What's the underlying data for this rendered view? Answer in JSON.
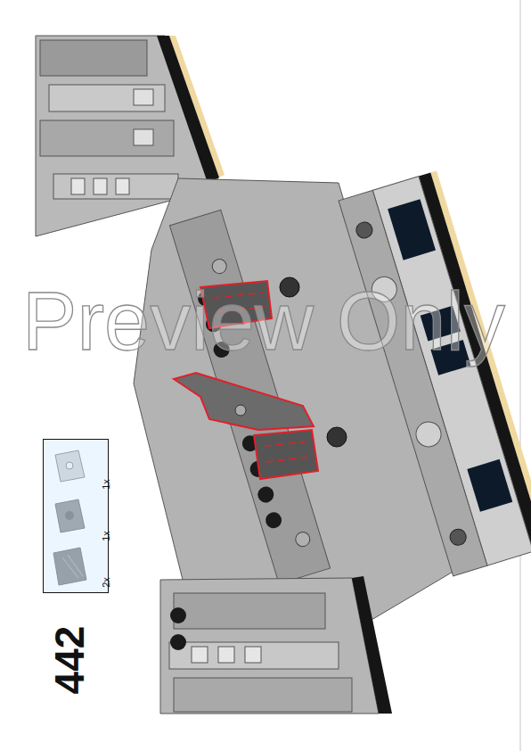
{
  "diagram": {
    "nodes": [
      {
        "text": [
          "1x",
          "1x",
          "2x"
        ]
      }
    ],
    "labels": [
      "442",
      "Preview Only"
    ]
  }
}
